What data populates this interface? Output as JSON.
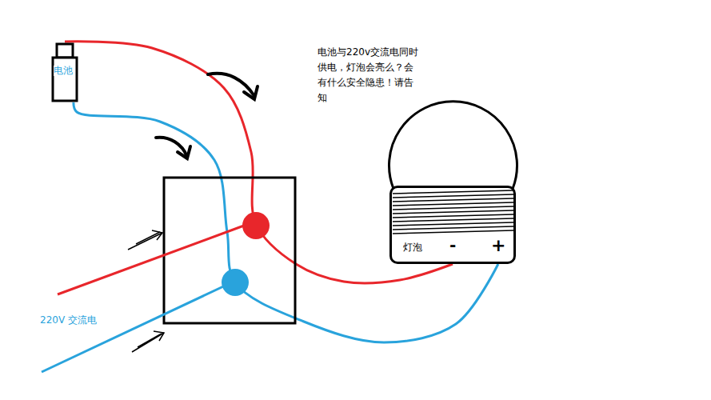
{
  "diagram": {
    "nodes": [
      {
        "text": [
          "电池"
        ]
      },
      {
        "text": [
          "灯泡",
          "-",
          "+"
        ]
      }
    ],
    "edges": [
      {
        "from": 0,
        "to": 1,
        "arrow": "none"
      },
      {
        "from": 0,
        "to": 1,
        "arrow": "none"
      }
    ],
    "labels": [
      "电池与220v交流电同时供电，灯泡会亮么？会有什么安全隐患！请告知",
      "220V 交流电"
    ]
  }
}
